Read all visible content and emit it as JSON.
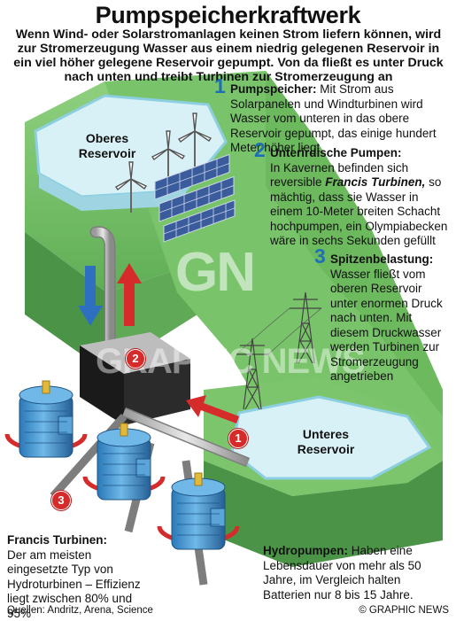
{
  "title": "Pumpspeicherkraftwerk",
  "intro": "Wenn Wind- oder Solarstromanlagen keinen Strom liefern können, wird zur Stromerzeugung Wasser aus einem niedrig gelegenen Reservoir in ein viel höher gelegene Reservoir gepumpt. Von da fließt es unter Druck nach unten und treibt Turbinen zur Stromerzeugung an",
  "labels": {
    "upper_reservoir": "Oberes\nReservoir",
    "lower_reservoir": "Unteres\nReservoir"
  },
  "steps": [
    {
      "number": "1",
      "heading": "Pumpspeicher:",
      "text": "Mit Strom aus Solarpanelen und Windturbinen wird Wasser vom unteren in das obere Reservoir gepumpt, das einige hundert Meter höher liegt"
    },
    {
      "number": "2",
      "heading": "Unterirdische Pumpen:",
      "text_before": "In Kavernen befinden sich reversible",
      "emphasis": "Francis Turbinen,",
      "text_after": "so mächtig, dass sie Wasser in einem 10-Meter breiten Schacht hochpumpen, ein Olympiabecken wäre in sechs Sekunden gefüllt"
    },
    {
      "number": "3",
      "heading": "Spitzenbelastung:",
      "text": "Wasser fließt vom oberen Reservoir unter enormen Druck nach unten. Mit diesem Druckwasser werden Turbinen zur Stromerzeugung angetrieben"
    }
  ],
  "captions": {
    "francis_heading": "Francis Turbinen:",
    "francis_text": "Der am meisten eingesetzte Typ von Hydroturbinen – Effizienz liegt zwischen 80% und 95%",
    "hydro_heading": "Hydropumpen:",
    "hydro_text": "Haben eine Lebensdauer von mehr als 50 Jahre, im Vergleich halten Batterien nur 8 bis 15 Jahre."
  },
  "badges": [
    "1",
    "2",
    "3"
  ],
  "watermark": {
    "logo": "GN",
    "text": "GRAPHIC NEWS"
  },
  "footer": {
    "sources": "Quellen: Andritz, Arena, Science",
    "credit": "© GRAPHIC NEWS"
  },
  "colors": {
    "grass": "#7cc56d",
    "grass_dark": "#4f9e4a",
    "water": "#d8f1f7",
    "water_edge": "#8ccfe0",
    "arrow_blue": "#2f6fbf",
    "arrow_red": "#d62b2b",
    "turbine_blue": "#3d8fcf",
    "accent_number": "#1f6fb6"
  }
}
